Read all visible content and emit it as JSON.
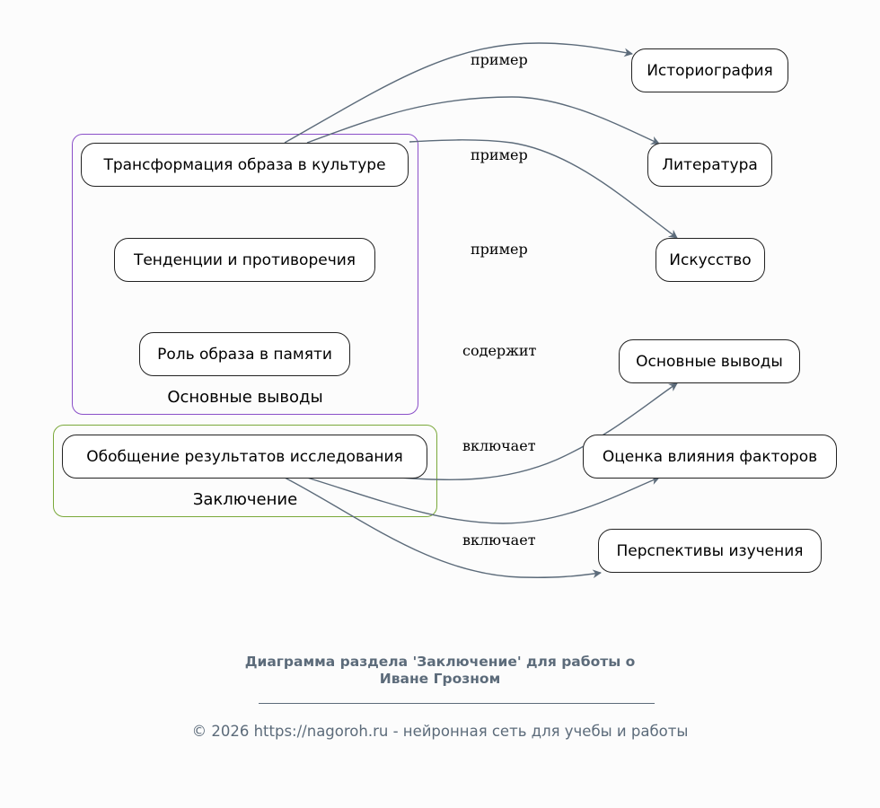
{
  "diagram": {
    "clusters": [
      {
        "id": "main_conclusions",
        "label": "Основные выводы",
        "color": "#8a4fc8"
      },
      {
        "id": "conclusion",
        "label": "Заключение",
        "color": "#7aa83a"
      }
    ],
    "nodes": {
      "transformation": "Трансформация образа в культуре",
      "tendencies": "Тенденции и противоречия",
      "memory_role": "Роль образа в памяти",
      "generalization": "Обобщение результатов исследования",
      "historiography": "Историография",
      "literature": "Литература",
      "art": "Искусство",
      "main_conclusions_node": "Основные выводы",
      "factors": "Оценка влияния факторов",
      "perspectives": "Перспективы изучения"
    },
    "edges": [
      {
        "from": "transformation",
        "to": "historiography",
        "label": "пример"
      },
      {
        "from": "transformation",
        "to": "literature",
        "label": "пример"
      },
      {
        "from": "transformation",
        "to": "art",
        "label": "пример"
      },
      {
        "from": "generalization",
        "to": "main_conclusions_node",
        "label": "содержит"
      },
      {
        "from": "generalization",
        "to": "factors",
        "label": "включает"
      },
      {
        "from": "generalization",
        "to": "perspectives",
        "label": "включает"
      }
    ],
    "edge_color": "#5c6b7a"
  },
  "footer": {
    "title_line1": "Диаграмма раздела 'Заключение' для работы о",
    "title_line2": "Иване Грозном",
    "copyright": "© 2026 https://nagoroh.ru - нейронная сеть для учебы и работы"
  }
}
